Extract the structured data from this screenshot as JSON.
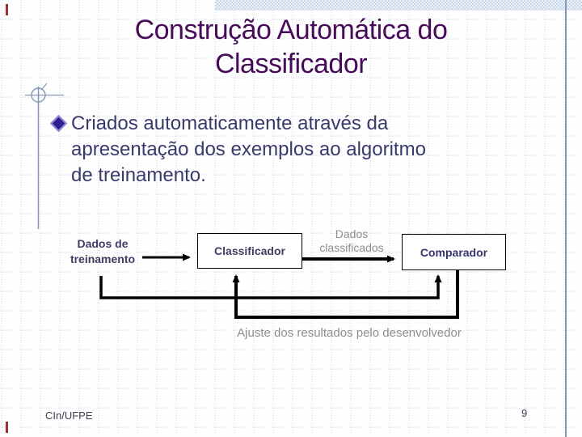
{
  "header": {
    "title_line1": "Construção Automática do",
    "title_line2": "Classificador"
  },
  "body": {
    "bullet_text": "Criados automaticamente através da apresentação dos exemplos ao algoritmo de treinamento."
  },
  "diagram": {
    "training_data_label": "Dados de treinamento",
    "classifier_box_label": "Classificador",
    "classified_data_label": "Dados classificados",
    "comparator_box_label": "Comparador",
    "caption": "Ajuste dos resultados pelo desenvolvedor"
  },
  "footer": {
    "left": "CIn/UFPE",
    "page_number": "9"
  },
  "colors": {
    "title": "#470b59",
    "body_text": "#39396b",
    "label_dark": "#3d3d63",
    "label_gray": "#8e8e92",
    "footer": "#414156",
    "grid": "#cdd8e8",
    "template_rule": "#8697b6",
    "crop_mark": "#9c2f2f",
    "connector": "#000000",
    "bullet_fill": "#2e1f95",
    "bullet_border": "#958cd2"
  }
}
